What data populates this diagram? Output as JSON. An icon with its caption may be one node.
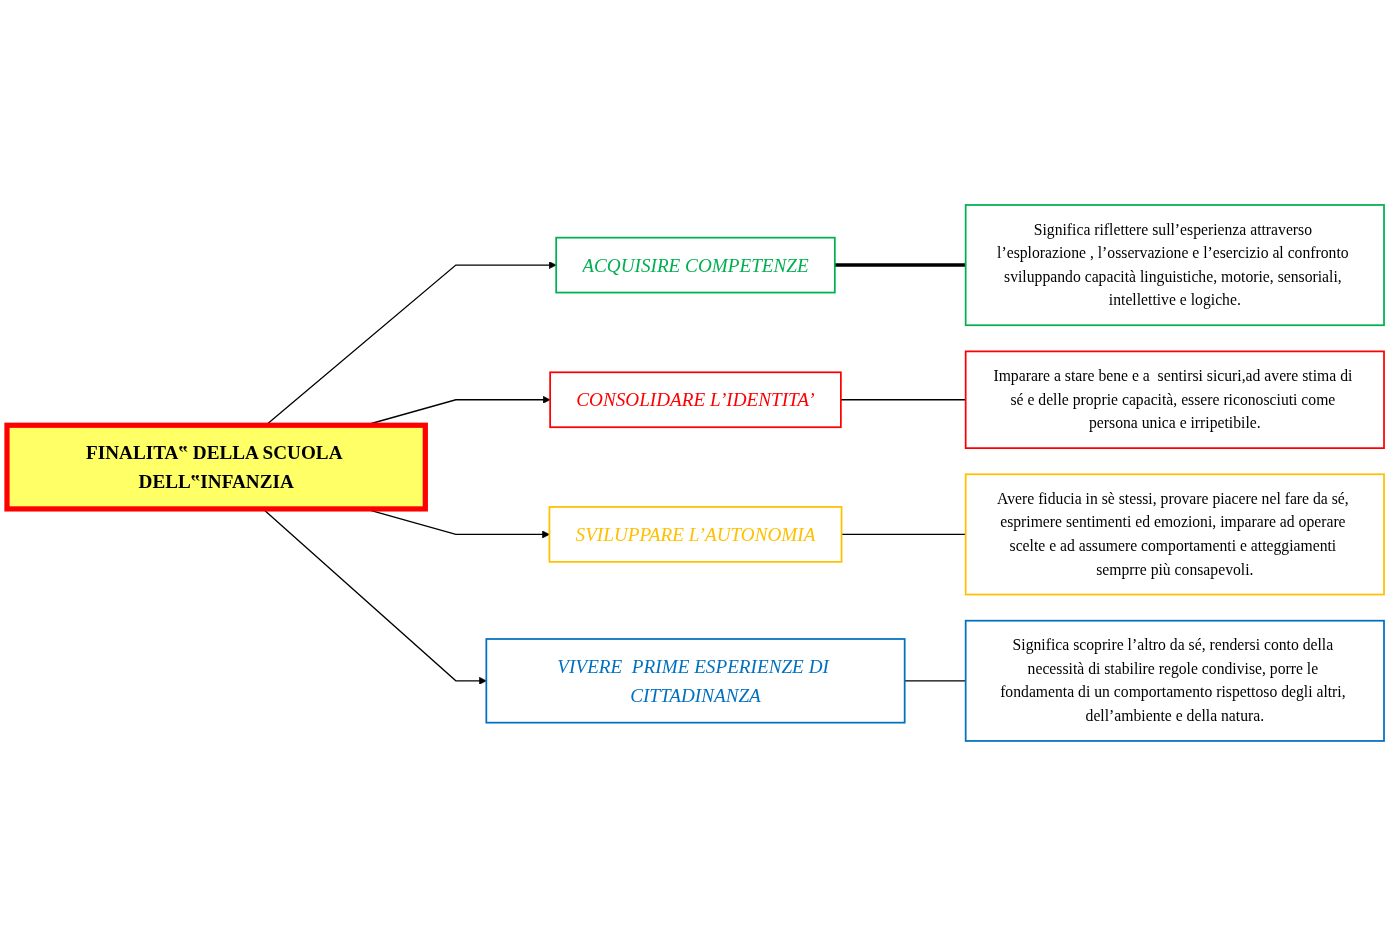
{
  "diagram": {
    "nodes": [
      {
        "text": [
          "FINALITA‟ DELLA SCUOLA DELL‟INFANZIA"
        ]
      },
      {
        "text": [
          "ACQUISIRE COMPETENZE"
        ]
      },
      {
        "text": [
          "Significa riflettere sull’esperienza attraverso l’esplorazione , l’osservazione e l’esercizio al confronto sviluppando capacità linguistiche, motorie, sensoriali, intellettive e logiche."
        ]
      },
      {
        "text": [
          "CONSOLIDARE L’IDENTITA’"
        ]
      },
      {
        "text": [
          "Imparare a stare bene e a  sentirsi sicuri,ad avere stima di sé e delle proprie capacità, essere riconosciuti come persona unica e irripetibile."
        ]
      },
      {
        "text": [
          "SVILUPPARE L’AUTONOMIA"
        ]
      },
      {
        "text": [
          "Avere fiducia in sè stessi, provare piacere nel fare da sé, esprimere sentimenti ed emozioni, imparare ad operare scelte e ad assumere comportamenti e atteggiamenti semprre più consapevoli."
        ]
      },
      {
        "text": [
          "VIVERE  PRIME ESPERIENZE DI CITTADINANZA"
        ]
      },
      {
        "text": [
          "Significa scoprire l’altro da sé, rendersi conto della necessità di stabilire regole condivise, porre le fondamenta di un comportamento rispettoso degli altri, dell’ambiente e della natura."
        ]
      }
    ],
    "edges": [
      {
        "from": 0,
        "to": 1,
        "arrow": "to"
      },
      {
        "from": 1,
        "to": 2,
        "arrow": "none",
        "style": "thick"
      },
      {
        "from": 0,
        "to": 3,
        "arrow": "to"
      },
      {
        "from": 3,
        "to": 4,
        "arrow": "none"
      },
      {
        "from": 0,
        "to": 5,
        "arrow": "to"
      },
      {
        "from": 5,
        "to": 6,
        "arrow": "none"
      },
      {
        "from": 0,
        "to": 7,
        "arrow": "to"
      },
      {
        "from": 7,
        "to": 8,
        "arrow": "none"
      }
    ]
  }
}
